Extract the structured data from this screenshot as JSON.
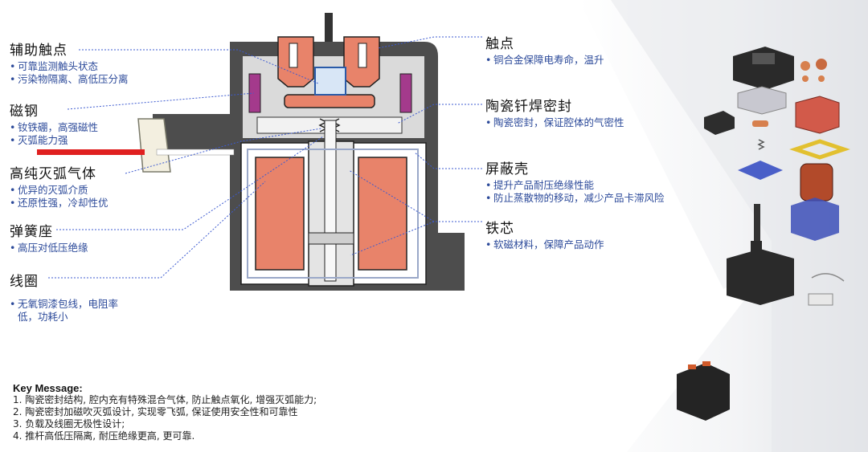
{
  "left_labels": [
    {
      "id": "aux-contact",
      "title": "辅助触点",
      "bullets": [
        "可靠监测触头状态",
        "污染物隔离、高低压分离"
      ]
    },
    {
      "id": "magnet",
      "title": "磁钢",
      "bullets": [
        "钕铁硼，高强磁性",
        "灭弧能力强"
      ]
    },
    {
      "id": "gas",
      "title": "高纯灭弧气体",
      "bullets": [
        "优异的灭弧介质",
        "还原性强，冷却性优"
      ]
    },
    {
      "id": "spring-seat",
      "title": "弹簧座",
      "bullets": [
        "高压对低压绝缘"
      ]
    },
    {
      "id": "coil",
      "title": "线圈",
      "bullets": [
        "无氧铜漆包线，电阻率低，功耗小"
      ]
    }
  ],
  "right_labels": [
    {
      "id": "contact",
      "title": "触点",
      "bullets": [
        "铜合金保障电寿命，温升"
      ]
    },
    {
      "id": "ceramic-seal",
      "title": "陶瓷钎焊密封",
      "bullets": [
        "陶瓷密封，保证腔体的气密性"
      ]
    },
    {
      "id": "shield",
      "title": "屏蔽壳",
      "bullets": [
        "提升产品耐压绝缘性能",
        "防止蒸散物的移动，减少产品卡滞风险"
      ]
    },
    {
      "id": "core",
      "title": "铁芯",
      "bullets": [
        "软磁材料，保障产品动作"
      ]
    }
  ],
  "key_message": {
    "title": "Key Message:",
    "items": [
      "1. 陶瓷密封结构, 腔内充有特殊混合气体, 防止触点氧化, 增强灭弧能力;",
      "2. 陶瓷密封加磁吹灭弧设计, 实现零飞弧, 保证使用安全性和可靠性",
      "3. 负载及线圈无极性设计;",
      "4. 推杆高低压隔离, 耐压绝缘更高, 更可靠."
    ]
  },
  "colors": {
    "accent_text": "#2c4a9a",
    "leader": "#3d5bd0",
    "housing": "#4a4a4a",
    "coil": "#e8836a",
    "magnet": "#a43a8c"
  }
}
